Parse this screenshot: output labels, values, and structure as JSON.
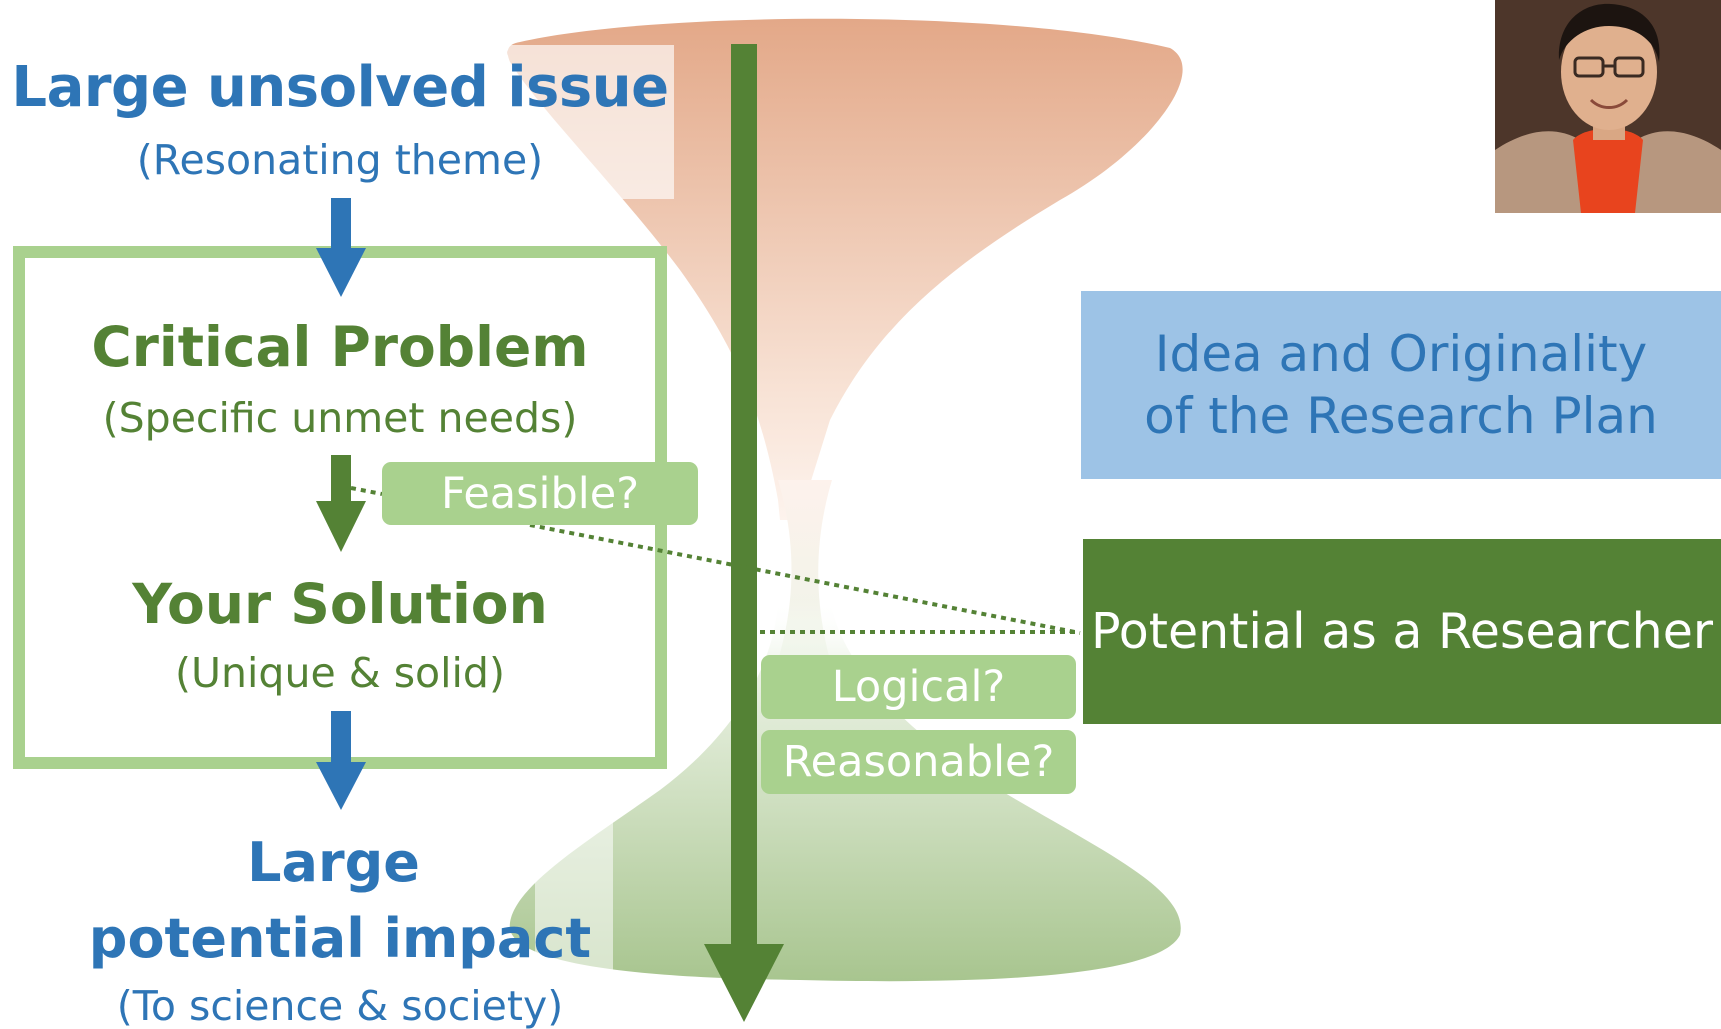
{
  "flow": {
    "issue_title": "Large unsolved issue",
    "issue_sub": "(Resonating theme)",
    "problem_title": "Critical Problem",
    "problem_sub": "(Specific unmet needs)",
    "solution_title": "Your Solution",
    "solution_sub": "(Unique & solid)",
    "impact_title_line1": "Large",
    "impact_title_line2": "potential impact",
    "impact_sub": "(To science & society)"
  },
  "checks": {
    "feasible": "Feasible?",
    "logical": "Logical?",
    "reasonable": "Reasonable?"
  },
  "criteria": {
    "idea_line1": "Idea and Originality",
    "idea_line2": "of the Research Plan",
    "potential": "Potential as a Researcher"
  },
  "colors": {
    "blue_text": "#2e75b6",
    "green_text": "#548235",
    "light_green": "#a9d18e",
    "light_blue_box": "#9dc3e6",
    "dark_green_box": "#548235",
    "hourglass_top": "#e2a585",
    "hourglass_bottom": "#a9c591"
  },
  "icons": {
    "photo": "person-photo"
  }
}
